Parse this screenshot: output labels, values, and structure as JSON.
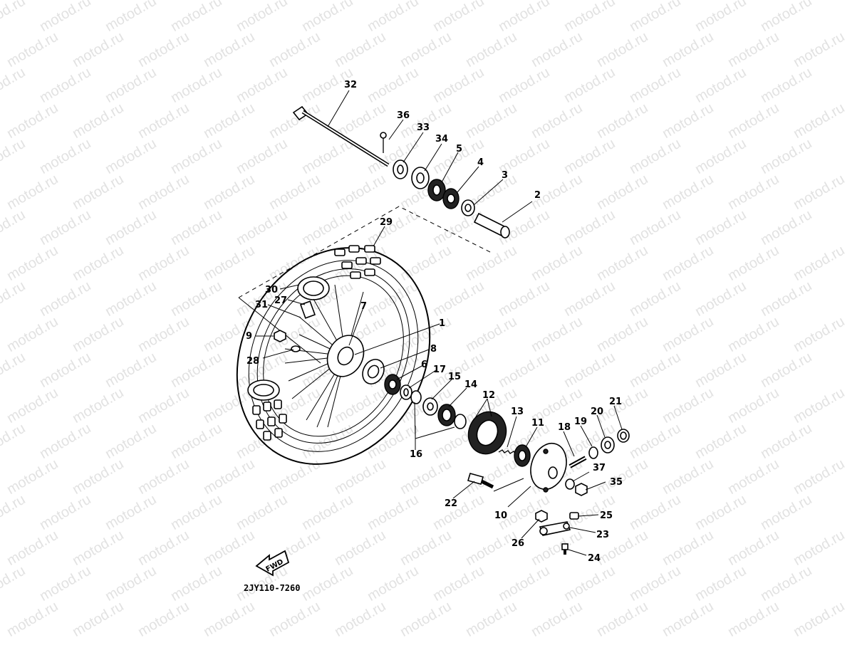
{
  "watermark": "motod.ru",
  "diagram_code": "2JY110-7260",
  "fwd_label": "FWD",
  "callouts": [
    "32",
    "36",
    "33",
    "34",
    "5",
    "4",
    "3",
    "2",
    "29",
    "30",
    "27",
    "31",
    "7",
    "1",
    "8",
    "9",
    "28",
    "6",
    "17",
    "15",
    "14",
    "12",
    "13",
    "11",
    "18",
    "19",
    "20",
    "21",
    "16",
    "37",
    "35",
    "22",
    "10",
    "25",
    "23",
    "26",
    "24"
  ]
}
